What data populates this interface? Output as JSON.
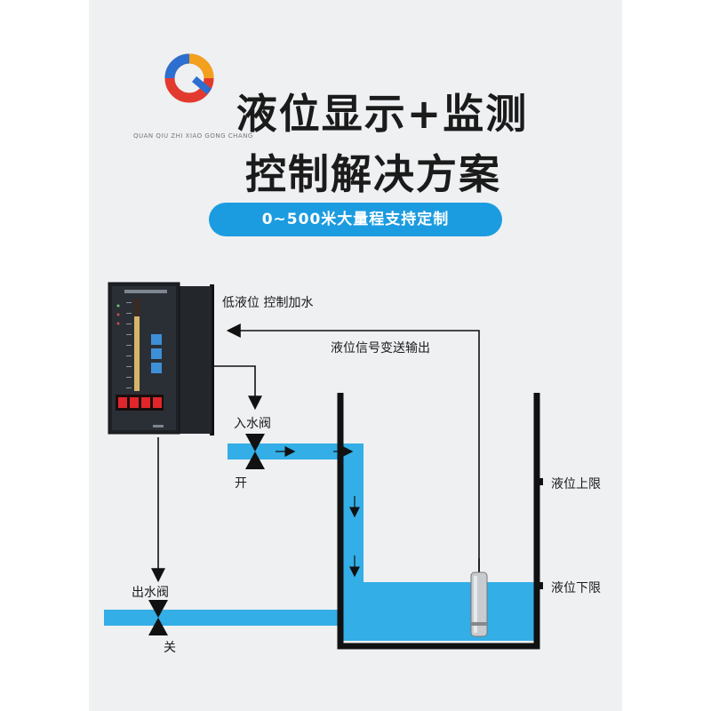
{
  "logo_subtext": "QUAN QIU ZHI XIAO GONG CHANG",
  "title_line1": "液位显示+监测",
  "title_line2": "控制解决方案",
  "badge": "0~500米大量程支持定制",
  "labels": {
    "low_level_control": "低液位 控制加水",
    "signal_output": "液位信号变送输出",
    "inlet_valve": "入水阀",
    "inlet_state": "开",
    "outlet_valve": "出水阀",
    "outlet_state": "关",
    "upper_limit": "液位上限",
    "lower_limit": "液位下限"
  },
  "colors": {
    "water": "#33aee6",
    "accent": "#1c9ce0",
    "instrument": "#1d2126",
    "segment_display": "#e0262b"
  }
}
